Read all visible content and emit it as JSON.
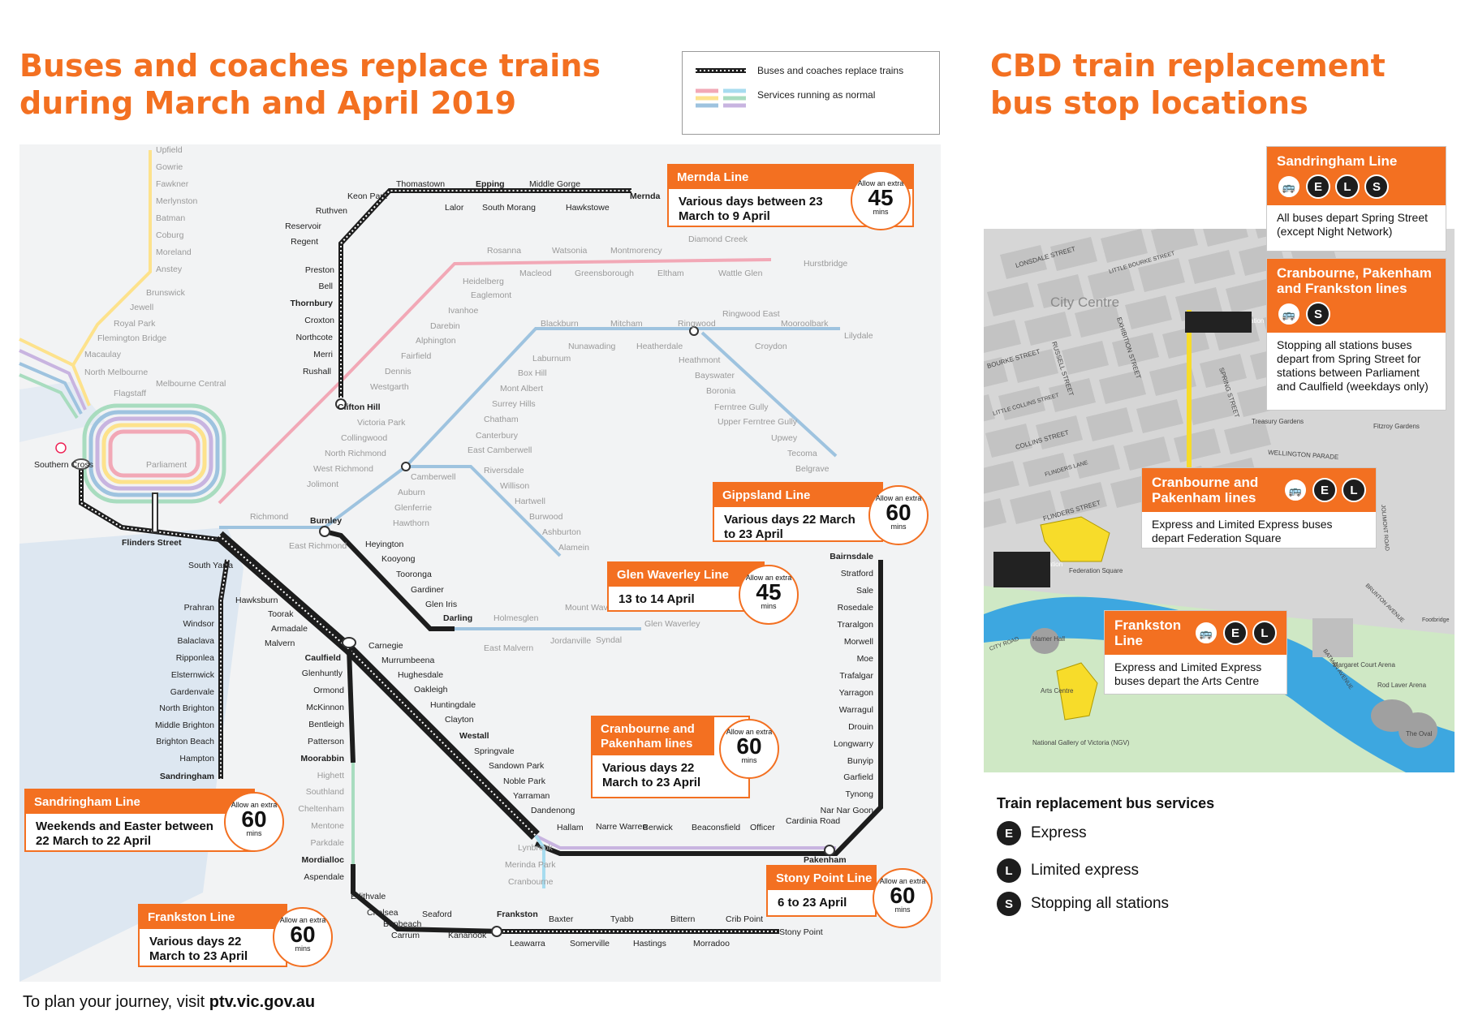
{
  "title": {
    "line1": "Buses and coaches replace trains",
    "line2": "during March and April 2019"
  },
  "cbd_title": {
    "line1": "CBD train replacement",
    "line2": "bus stop locations"
  },
  "legend": {
    "replace": "Buses and coaches replace trains",
    "normal": "Services running as normal"
  },
  "colors": {
    "accent": "#f37021",
    "disrupted": "#1d1d1d",
    "pink": "#f2a8b6",
    "blue": "#9ec3df",
    "green": "#a8dcbf",
    "yellow": "#fde28c",
    "purple": "#c8b4e0",
    "cyan": "#a7dcef",
    "land": "#f2f3f4",
    "water": "#dce7f2"
  },
  "stations": {
    "upfield": [
      "Upfield",
      "Gowrie",
      "Fawkner",
      "Merlynston",
      "Batman",
      "Coburg",
      "Moreland",
      "Anstey",
      "Brunswick",
      "Jewell",
      "Royal Park",
      "Flemington Bridge",
      "Macaulay"
    ],
    "city": [
      "North Melbourne",
      "Flagstaff",
      "Melbourne Central",
      "Parliament",
      "Southern Cross",
      "Flinders Street"
    ],
    "mernda": [
      "Keon Park",
      "Thomastown",
      "Epping",
      "Middle Gorge",
      "Mernda",
      "Lalor",
      "South Morang",
      "Hawkstowe",
      "Ruthven",
      "Reservoir",
      "Regent",
      "Preston",
      "Bell",
      "Thornbury",
      "Croxton",
      "Northcote",
      "Merri",
      "Rushall",
      "Clifton Hill"
    ],
    "hurstbridge": [
      "Rosanna",
      "Watsonia",
      "Montmorency",
      "Diamond Creek",
      "Hurstbridge",
      "Macleod",
      "Greensborough",
      "Eltham",
      "Wattle Glen",
      "Heidelberg",
      "Eaglemont",
      "Ivanhoe",
      "Darebin",
      "Alphington",
      "Fairfield",
      "Dennis",
      "Westgarth",
      "Victoria Park",
      "Collingwood",
      "North Richmond",
      "West Richmond",
      "Jolimont"
    ],
    "lilydale": [
      "Blackburn",
      "Mitcham",
      "Ringwood",
      "Ringwood East",
      "Mooroolbark",
      "Lilydale",
      "Laburnum",
      "Nunawading",
      "Heatherdale",
      "Croydon",
      "Heathmont",
      "Bayswater",
      "Boronia",
      "Ferntree Gully",
      "Upper Ferntree Gully",
      "Upwey",
      "Tecoma",
      "Belgrave",
      "Box Hill",
      "Mont Albert",
      "Surrey Hills",
      "Chatham",
      "Canterbury",
      "East Camberwell",
      "Camberwell",
      "Auburn",
      "Glenferrie",
      "Hawthorn",
      "Riversdale",
      "Willison",
      "Hartwell",
      "Burwood",
      "Ashburton",
      "Alamein"
    ],
    "south": [
      "Richmond",
      "Burnley",
      "East Richmond",
      "South Yarra",
      "Heyington",
      "Kooyong",
      "Tooronga",
      "Gardiner",
      "Glen Iris",
      "Darling",
      "Holmesglen",
      "East Malvern",
      "Jordanville",
      "Mount Waverley",
      "Syndal",
      "Glen Waverley"
    ],
    "sandringham": [
      "Prahran",
      "Windsor",
      "Balaclava",
      "Ripponlea",
      "Elsternwick",
      "Gardenvale",
      "North Brighton",
      "Middle Brighton",
      "Brighton Beach",
      "Hampton",
      "Sandringham"
    ],
    "frankston": [
      "Hawksburn",
      "Toorak",
      "Armadale",
      "Malvern",
      "Caulfield",
      "Glenhuntly",
      "Ormond",
      "McKinnon",
      "Bentleigh",
      "Patterson",
      "Moorabbin",
      "Highett",
      "Southland",
      "Cheltenham",
      "Mentone",
      "Parkdale",
      "Mordialloc",
      "Aspendale",
      "Edithvale",
      "Chelsea",
      "Bonbeach",
      "Carrum",
      "Seaford",
      "Kananook",
      "Frankston"
    ],
    "dandenong": [
      "Carnegie",
      "Murrumbeena",
      "Hughesdale",
      "Oakleigh",
      "Huntingdale",
      "Clayton",
      "Westall",
      "Springvale",
      "Sandown Park",
      "Noble Park",
      "Yarraman",
      "Dandenong",
      "Hallam",
      "Narre Warren",
      "Berwick",
      "Beaconsfield",
      "Officer",
      "Cardinia Road",
      "Pakenham",
      "Lynbrook",
      "Merinda Park",
      "Cranbourne"
    ],
    "gippsland": [
      "Bairnsdale",
      "Stratford",
      "Sale",
      "Rosedale",
      "Traralgon",
      "Morwell",
      "Moe",
      "Trafalgar",
      "Yarragon",
      "Warragul",
      "Drouin",
      "Longwarry",
      "Bunyip",
      "Garfield",
      "Tynong",
      "Nar Nar Goon"
    ],
    "stonypoint": [
      "Leawarra",
      "Baxter",
      "Somerville",
      "Tyabb",
      "Hastings",
      "Bittern",
      "Morradoo",
      "Crib Point",
      "Stony Point"
    ]
  },
  "disruptions": [
    {
      "line": "Mernda Line",
      "text": "Various days between 23 March to 9 April",
      "extra": "45"
    },
    {
      "line": "Gippsland Line",
      "text": "Various days 22 March to 23 April",
      "extra": "60"
    },
    {
      "line": "Glen Waverley Line",
      "text": "13 to 14 April",
      "extra": "45"
    },
    {
      "line": "Cranbourne and Pakenham lines",
      "text": "Various days 22 March to 23 April",
      "extra": "60"
    },
    {
      "line": "Sandringham Line",
      "text": "Weekends and Easter between 22 March to 22 April",
      "extra": "60"
    },
    {
      "line": "Stony Point Line",
      "text": "6 to 23 April",
      "extra": "60"
    },
    {
      "line": "Frankston Line",
      "text": "Various days 22 March to 23 April",
      "extra": "60"
    }
  ],
  "extra_labels": {
    "top": "Allow an extra",
    "bottom": "mins"
  },
  "cbd_map": {
    "streets": [
      "LONSDALE STREET",
      "LITTLE BOURKE STREET",
      "BOURKE STREET",
      "RUSSELL STREET",
      "EXHIBITION STREET",
      "SPRING STREET",
      "LITTLE COLLINS STREET",
      "COLLINS STREET",
      "FLINDERS LANE",
      "FLINDERS STREET",
      "WELLINGTON PARADE",
      "JOLIMONT ROAD",
      "BRUNTON AVENUE",
      "CITY ROAD",
      "BATMAN AVENUE",
      "Footbridge"
    ],
    "places": [
      "City Centre",
      "Parliament Station",
      "Treasury Gardens",
      "Fitzroy Gardens",
      "Flinders Street Station",
      "Federation Square",
      "Hamer Hall",
      "Arts Centre",
      "National Gallery of Victoria (NGV)",
      "Margaret Court Arena",
      "Rod Laver Arena",
      "The Oval"
    ]
  },
  "cbd_boxes": [
    {
      "line": "Sandringham Line",
      "icons": [
        "E",
        "L",
        "S"
      ],
      "text": "All buses depart Spring Street (except Night Network)"
    },
    {
      "line": "Cranbourne, Pakenham and Frankston lines",
      "icons": [
        "S"
      ],
      "text": "Stopping all stations buses depart from Spring Street for stations between Parliament and Caulfield (weekdays only)"
    },
    {
      "line": "Cranbourne and Pakenham lines",
      "icons": [
        "E",
        "L"
      ],
      "text": "Express and Limited Express buses depart Federation Square"
    },
    {
      "line": "Frankston Line",
      "icons": [
        "E",
        "L"
      ],
      "text": "Express and Limited Express buses depart the Arts Centre"
    }
  ],
  "bus_icon": "bus-icon",
  "key": {
    "title": "Train replacement bus services",
    "items": [
      {
        "code": "E",
        "label": "Express"
      },
      {
        "code": "L",
        "label": "Limited express"
      },
      {
        "code": "S",
        "label": "Stopping all stations"
      }
    ]
  },
  "footer": {
    "text": "To plan your journey, visit ",
    "link": "ptv.vic.gov.au"
  }
}
